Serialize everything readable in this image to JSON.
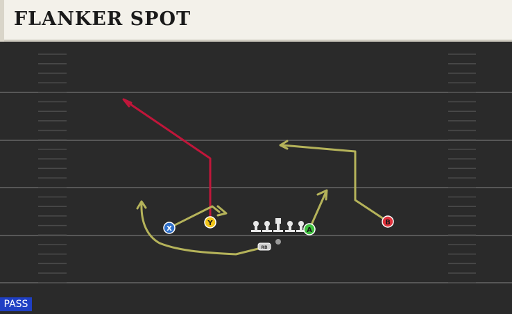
{
  "title": "FLANKER SPOT",
  "play_type": "PASS",
  "colors": {
    "field": "#2a2a2a",
    "yard_line": "#5a5a5a",
    "hash": "#505050",
    "route_primary": "#b5b35a",
    "route_hot": "#c0163a",
    "player_x": "#2f6fc8",
    "player_y": "#f0c419",
    "player_a": "#3fbf3f",
    "player_b": "#e0323c",
    "lineman": "#e8e8e8",
    "title_bg": "#f3f1ea",
    "badge_bg": "#1f3fc4"
  },
  "players": [
    {
      "id": "X",
      "label": "X",
      "color_key": "player_x"
    },
    {
      "id": "Y",
      "label": "Y",
      "color_key": "player_y"
    },
    {
      "id": "A",
      "label": "A",
      "color_key": "player_a"
    },
    {
      "id": "B",
      "label": "B",
      "color_key": "player_b"
    },
    {
      "id": "RB",
      "label": "RB"
    }
  ]
}
